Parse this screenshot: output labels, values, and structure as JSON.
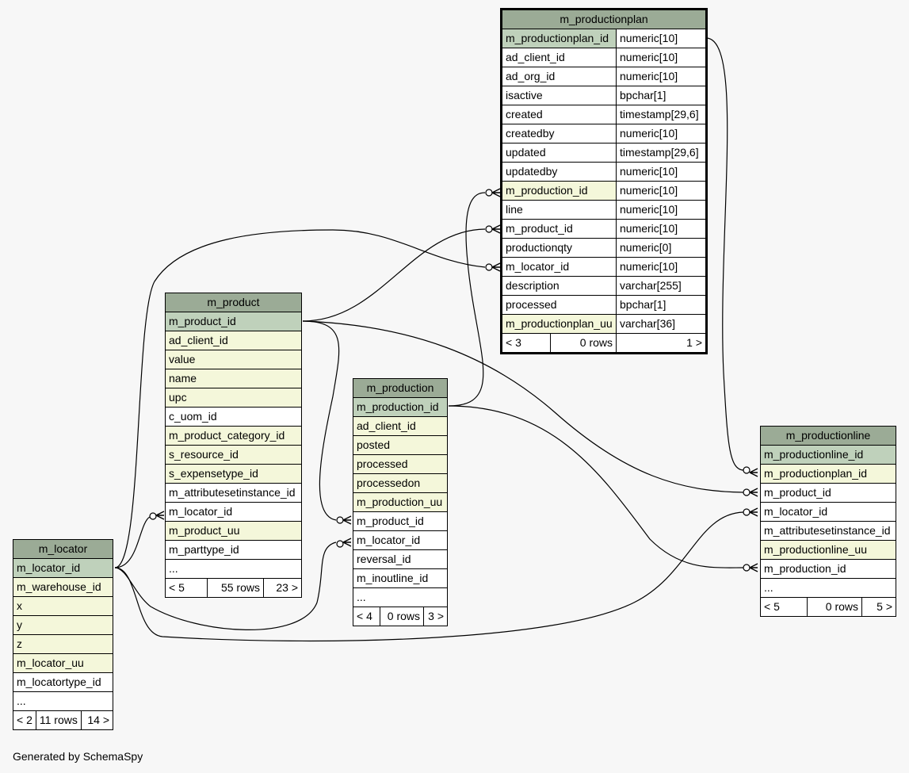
{
  "footer": "Generated by SchemaSpy",
  "tables": {
    "m_productionplan": {
      "name": "m_productionplan",
      "columns": [
        {
          "name": "m_productionplan_id",
          "type": "numeric[10]",
          "kind": "pk"
        },
        {
          "name": "ad_client_id",
          "type": "numeric[10]",
          "kind": "plain"
        },
        {
          "name": "ad_org_id",
          "type": "numeric[10]",
          "kind": "plain"
        },
        {
          "name": "isactive",
          "type": "bpchar[1]",
          "kind": "plain"
        },
        {
          "name": "created",
          "type": "timestamp[29,6]",
          "kind": "plain"
        },
        {
          "name": "createdby",
          "type": "numeric[10]",
          "kind": "plain"
        },
        {
          "name": "updated",
          "type": "timestamp[29,6]",
          "kind": "plain"
        },
        {
          "name": "updatedby",
          "type": "numeric[10]",
          "kind": "plain"
        },
        {
          "name": "m_production_id",
          "type": "numeric[10]",
          "kind": "idx"
        },
        {
          "name": "line",
          "type": "numeric[10]",
          "kind": "plain"
        },
        {
          "name": "m_product_id",
          "type": "numeric[10]",
          "kind": "plain"
        },
        {
          "name": "productionqty",
          "type": "numeric[0]",
          "kind": "plain"
        },
        {
          "name": "m_locator_id",
          "type": "numeric[10]",
          "kind": "plain"
        },
        {
          "name": "description",
          "type": "varchar[255]",
          "kind": "plain"
        },
        {
          "name": "processed",
          "type": "bpchar[1]",
          "kind": "plain"
        },
        {
          "name": "m_productionplan_uu",
          "type": "varchar[36]",
          "kind": "idx"
        }
      ],
      "nav": {
        "parents": "< 3",
        "rows": "0 rows",
        "children": "1 >"
      }
    },
    "m_product": {
      "name": "m_product",
      "columns": [
        {
          "name": "m_product_id",
          "kind": "pk"
        },
        {
          "name": "ad_client_id",
          "kind": "idx"
        },
        {
          "name": "value",
          "kind": "idx"
        },
        {
          "name": "name",
          "kind": "idx"
        },
        {
          "name": "upc",
          "kind": "idx"
        },
        {
          "name": "c_uom_id",
          "kind": "plain"
        },
        {
          "name": "m_product_category_id",
          "kind": "idx"
        },
        {
          "name": "s_resource_id",
          "kind": "idx"
        },
        {
          "name": "s_expensetype_id",
          "kind": "idx"
        },
        {
          "name": "m_attributesetinstance_id",
          "kind": "plain"
        },
        {
          "name": "m_locator_id",
          "kind": "plain"
        },
        {
          "name": "m_product_uu",
          "kind": "idx"
        },
        {
          "name": "m_parttype_id",
          "kind": "plain"
        },
        {
          "name": "...",
          "kind": "plain"
        }
      ],
      "nav": {
        "parents": "< 5",
        "rows": "55 rows",
        "children": "23 >"
      }
    },
    "m_production": {
      "name": "m_production",
      "columns": [
        {
          "name": "m_production_id",
          "kind": "pk"
        },
        {
          "name": "ad_client_id",
          "kind": "idx"
        },
        {
          "name": "posted",
          "kind": "idx"
        },
        {
          "name": "processed",
          "kind": "idx"
        },
        {
          "name": "processedon",
          "kind": "idx"
        },
        {
          "name": "m_production_uu",
          "kind": "idx"
        },
        {
          "name": "m_product_id",
          "kind": "plain"
        },
        {
          "name": "m_locator_id",
          "kind": "plain"
        },
        {
          "name": "reversal_id",
          "kind": "plain"
        },
        {
          "name": "m_inoutline_id",
          "kind": "plain"
        },
        {
          "name": "...",
          "kind": "plain"
        }
      ],
      "nav": {
        "parents": "< 4",
        "rows": "0 rows",
        "children": "3 >"
      }
    },
    "m_productionline": {
      "name": "m_productionline",
      "columns": [
        {
          "name": "m_productionline_id",
          "kind": "pk"
        },
        {
          "name": "m_productionplan_id",
          "kind": "idx"
        },
        {
          "name": "m_product_id",
          "kind": "plain"
        },
        {
          "name": "m_locator_id",
          "kind": "plain"
        },
        {
          "name": "m_attributesetinstance_id",
          "kind": "plain"
        },
        {
          "name": "m_productionline_uu",
          "kind": "idx"
        },
        {
          "name": "m_production_id",
          "kind": "plain"
        },
        {
          "name": "...",
          "kind": "plain"
        }
      ],
      "nav": {
        "parents": "< 5",
        "rows": "0 rows",
        "children": "5 >"
      }
    },
    "m_locator": {
      "name": "m_locator",
      "columns": [
        {
          "name": "m_locator_id",
          "kind": "pk"
        },
        {
          "name": "m_warehouse_id",
          "kind": "idx"
        },
        {
          "name": "x",
          "kind": "idx"
        },
        {
          "name": "y",
          "kind": "idx"
        },
        {
          "name": "z",
          "kind": "idx"
        },
        {
          "name": "m_locator_uu",
          "kind": "idx"
        },
        {
          "name": "m_locatortype_id",
          "kind": "plain"
        },
        {
          "name": "...",
          "kind": "plain"
        }
      ],
      "nav": {
        "parents": "< 2",
        "rows": "11 rows",
        "children": "14 >"
      }
    }
  }
}
